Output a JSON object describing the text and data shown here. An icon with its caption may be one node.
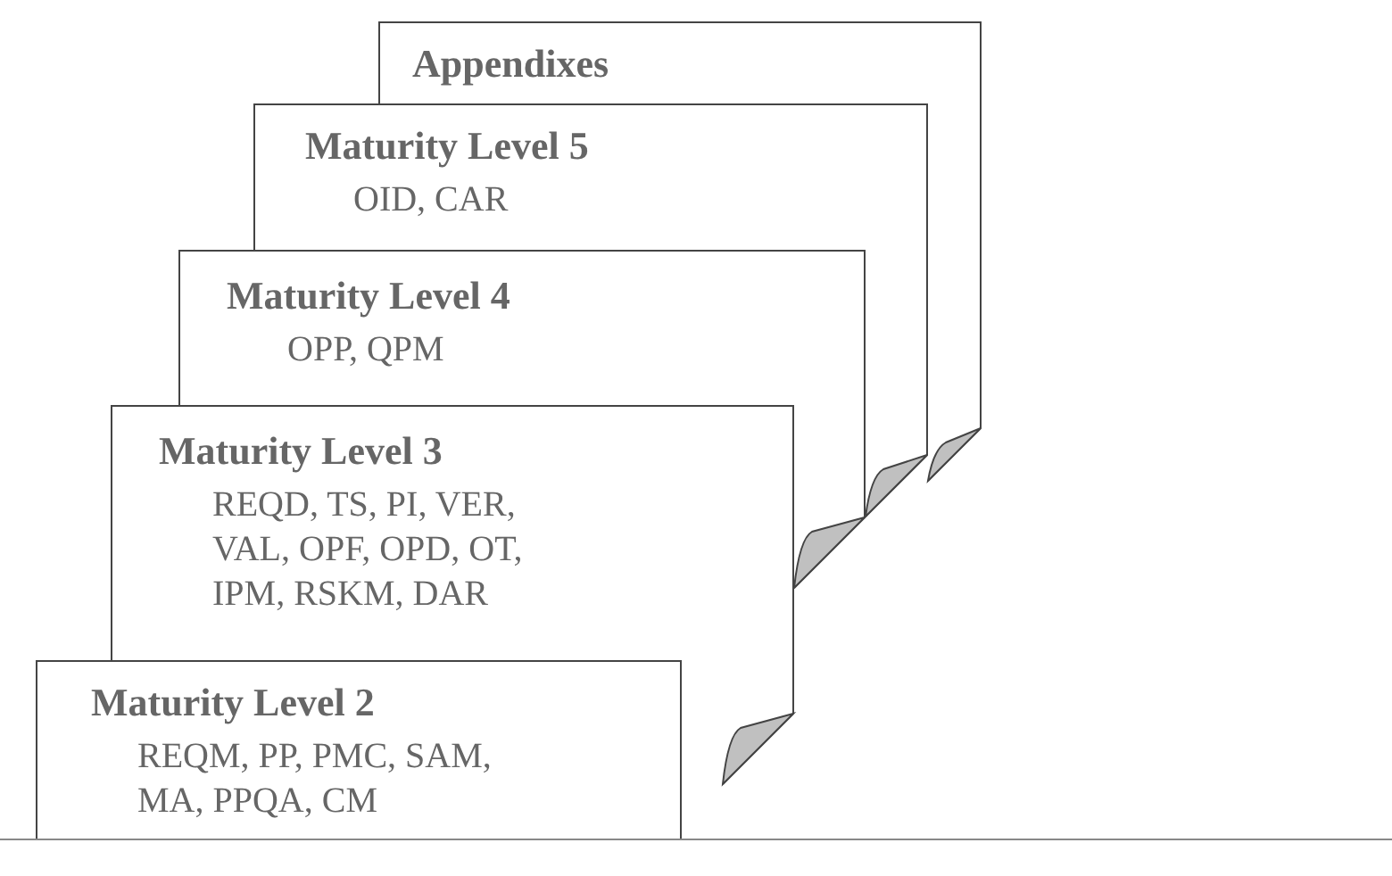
{
  "diagram": {
    "nodes": [
      {
        "text": [
          "Appendixes"
        ]
      },
      {
        "text": [
          "Maturity Level 5",
          "OID, CAR"
        ]
      },
      {
        "text": [
          "Maturity Level 4",
          "OPP, QPM"
        ]
      },
      {
        "text": [
          "Maturity Level 3",
          "REQD, TS, PI, VER, VAL, OPF, OPD, OT, IPM, RSKM, DAR"
        ]
      },
      {
        "text": [
          "Maturity Level 2",
          "REQM, PP, PMC, SAM, MA, PPQA, CM"
        ]
      }
    ]
  }
}
